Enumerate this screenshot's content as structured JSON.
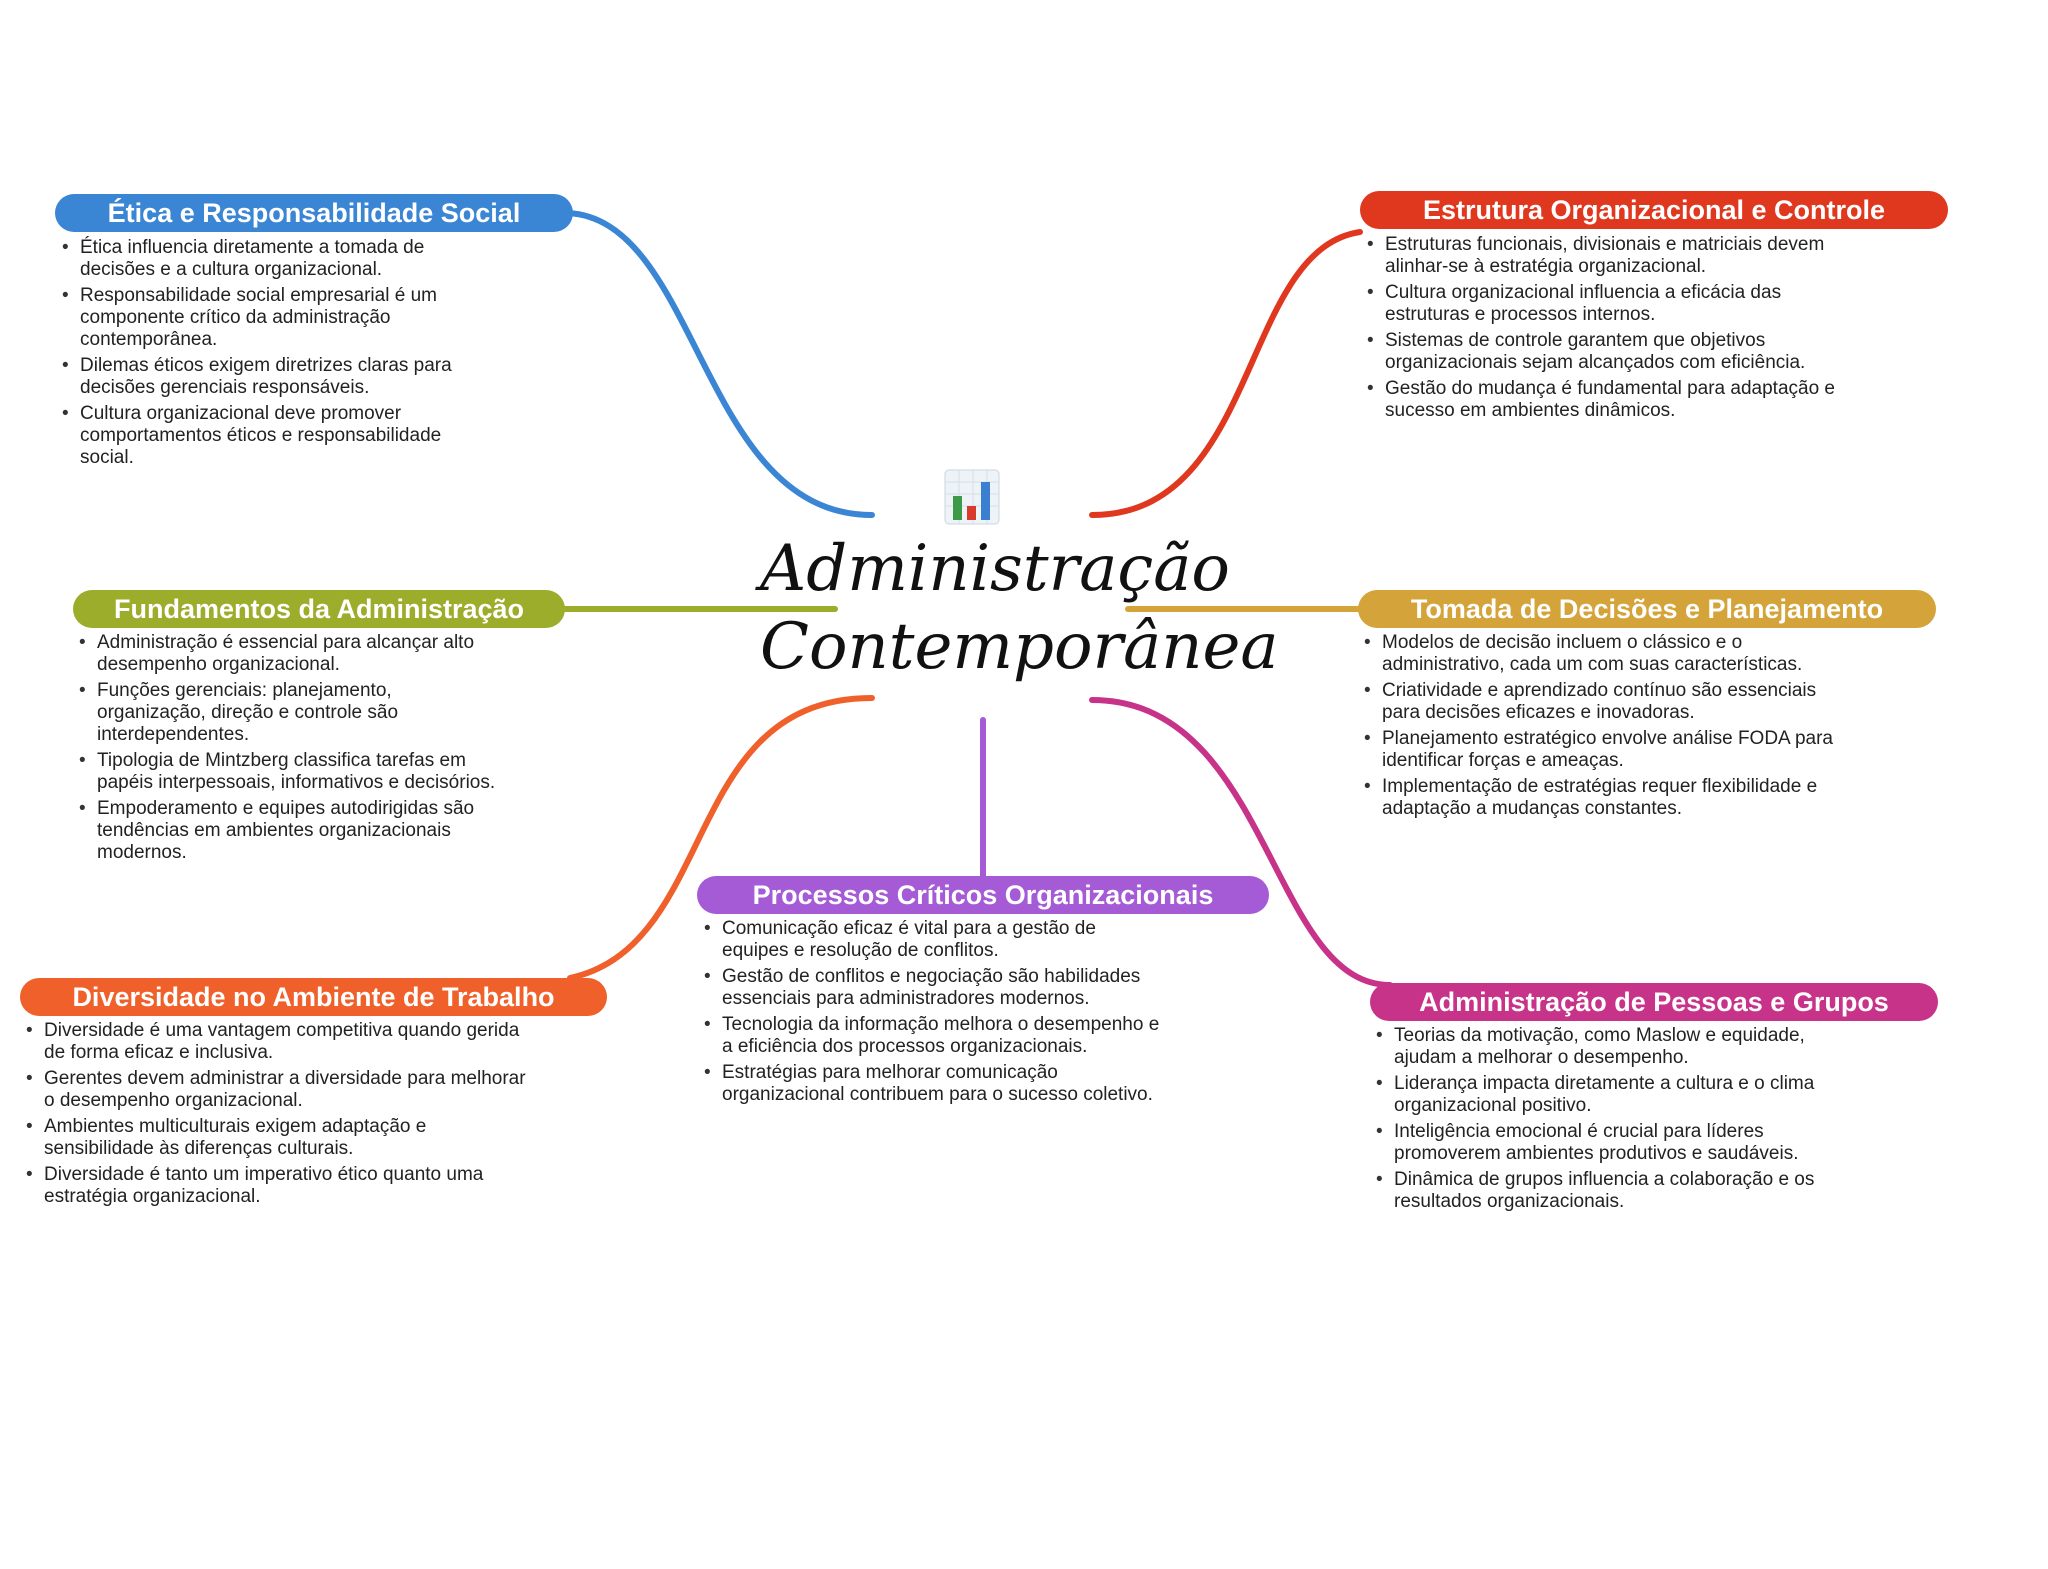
{
  "central": {
    "title_line1": "Administração",
    "title_line2": "Contemporânea",
    "icon": "bar-chart-icon"
  },
  "colors": {
    "etica": "#3a86d4",
    "estrutura": "#e0381f",
    "fundamentos": "#9cad2b",
    "tomada": "#d4a43a",
    "diversidade": "#f0602a",
    "processos": "#a65bd6",
    "pessoas": "#c8338a"
  },
  "topics": {
    "etica": {
      "title": "Ética e Responsabilidade Social",
      "items": [
        "Ética influencia diretamente a tomada de decisões e a cultura organizacional.",
        "Responsabilidade social empresarial é um componente crítico da administração contemporânea.",
        "Dilemas éticos exigem diretrizes claras para decisões gerenciais responsáveis.",
        "Cultura organizacional deve promover comportamentos éticos e responsabilidade social."
      ]
    },
    "estrutura": {
      "title": "Estrutura Organizacional e Controle",
      "items": [
        "Estruturas funcionais, divisionais e matriciais devem alinhar-se à estratégia organizacional.",
        "Cultura organizacional influencia a eficácia das estruturas e processos internos.",
        "Sistemas de controle garantem que objetivos organizacionais sejam alcançados com eficiência.",
        "Gestão do mudança é fundamental para adaptação e sucesso em ambientes dinâmicos."
      ]
    },
    "fundamentos": {
      "title": "Fundamentos da Administração",
      "items": [
        "Administração é essencial para alcançar alto desempenho organizacional.",
        "Funções gerenciais: planejamento, organização, direção e controle são interdependentes.",
        "Tipologia de Mintzberg classifica tarefas em papéis interpessoais, informativos e decisórios.",
        "Empoderamento e equipes autodirigidas são tendências em ambientes organizacionais modernos."
      ]
    },
    "tomada": {
      "title": "Tomada de Decisões e Planejamento",
      "items": [
        "Modelos de decisão incluem o clássico e o administrativo, cada um com suas características.",
        "Criatividade e aprendizado contínuo são essenciais para decisões eficazes e inovadoras.",
        "Planejamento estratégico envolve análise FODA para identificar forças e ameaças.",
        "Implementação de estratégias requer flexibilidade e adaptação a mudanças constantes."
      ]
    },
    "diversidade": {
      "title": "Diversidade no Ambiente de Trabalho",
      "items": [
        "Diversidade é uma vantagem competitiva quando gerida de forma eficaz e inclusiva.",
        "Gerentes devem administrar a diversidade para melhorar o desempenho organizacional.",
        "Ambientes multiculturais exigem adaptação e sensibilidade às diferenças culturais.",
        "Diversidade é tanto um imperativo ético quanto uma estratégia organizacional."
      ]
    },
    "processos": {
      "title": "Processos Críticos Organizacionais",
      "items": [
        "Comunicação eficaz é vital para a gestão de equipes e resolução de conflitos.",
        "Gestão de conflitos e negociação são habilidades essenciais para administradores modernos.",
        "Tecnologia da informação melhora o desempenho e a eficiência dos processos organizacionais.",
        "Estratégias para melhorar comunicação organizacional contribuem para o sucesso coletivo."
      ]
    },
    "pessoas": {
      "title": "Administração de Pessoas e Grupos",
      "items": [
        "Teorias da motivação, como Maslow e equidade, ajudam a melhorar o desempenho.",
        "Liderança impacta diretamente a cultura e o clima organizacional positivo.",
        "Inteligência emocional é crucial para líderes promoverem ambientes produtivos e saudáveis.",
        "Dinâmica de grupos influencia a colaboração e os resultados organizacionais."
      ]
    }
  }
}
